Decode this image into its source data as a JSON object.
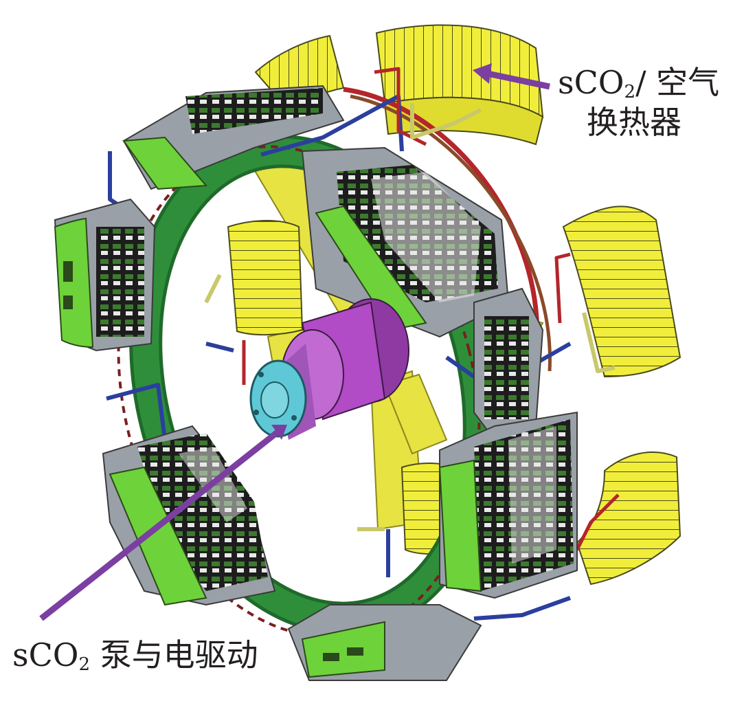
{
  "colors": {
    "heat_exchanger": "#f1ee3b",
    "hx_fin_line": "#4a4a1e",
    "module_green": "#6ed23a",
    "module_grey": "#9aa0a8",
    "ring_green": "#2f8e3a",
    "spoke_yellow": "#e6e342",
    "pipe_blue": "#2b3f9e",
    "pipe_red": "#b3262b",
    "pump_magenta": "#b14bc6",
    "pump_cyan": "#5ec8d6",
    "arrow_purple": "#7b3fa2",
    "text": "#231f20"
  },
  "labels": {
    "heat_exchanger": {
      "prefix": "sCO",
      "subscript": "2",
      "suffix": "/ 空气",
      "line2": "换热器"
    },
    "pump_drive": {
      "prefix": "sCO",
      "subscript": "2",
      "suffix": " 泵与电驱动"
    }
  }
}
